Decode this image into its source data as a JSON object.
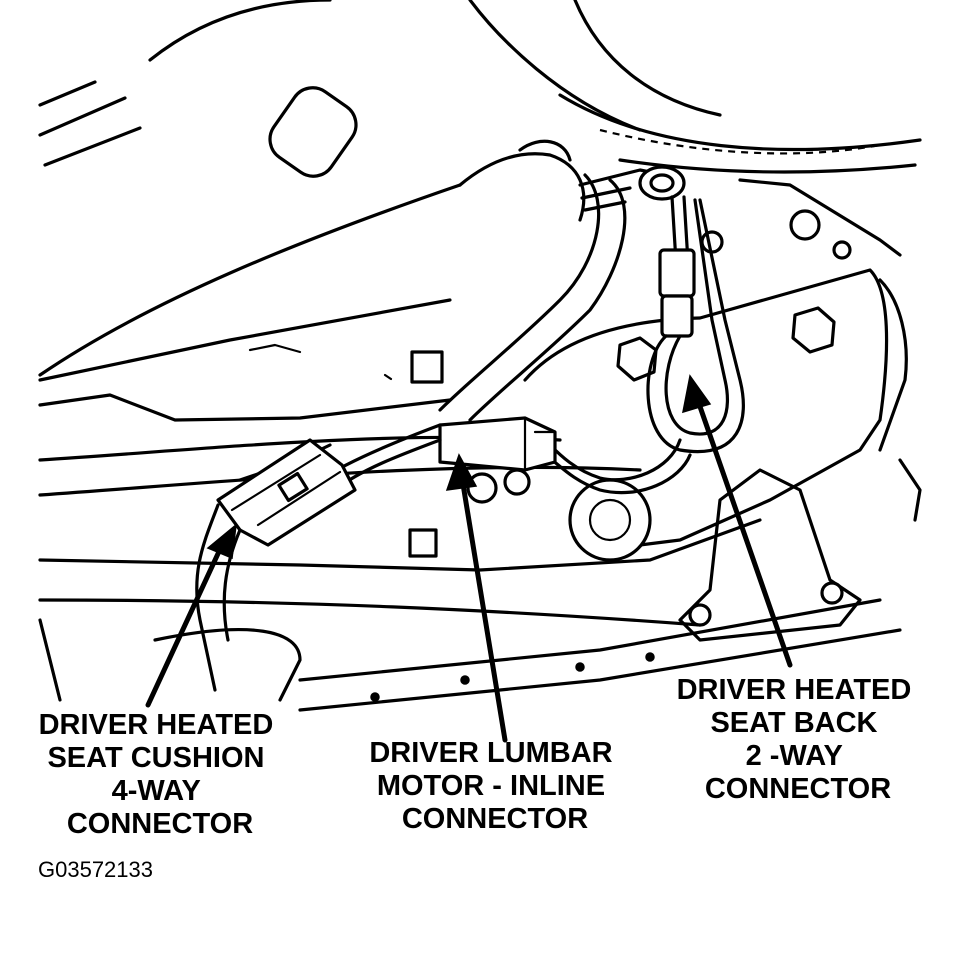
{
  "callouts": {
    "cushion": [
      "DRIVER HEATED",
      "SEAT CUSHION",
      "4-WAY",
      "CONNECTOR"
    ],
    "lumbar": [
      "DRIVER LUMBAR",
      "MOTOR - INLINE",
      "CONNECTOR"
    ],
    "seatback": [
      "DRIVER HEATED",
      "SEAT BACK",
      "2 -WAY",
      "CONNECTOR"
    ]
  },
  "figure_id": "G03572133"
}
